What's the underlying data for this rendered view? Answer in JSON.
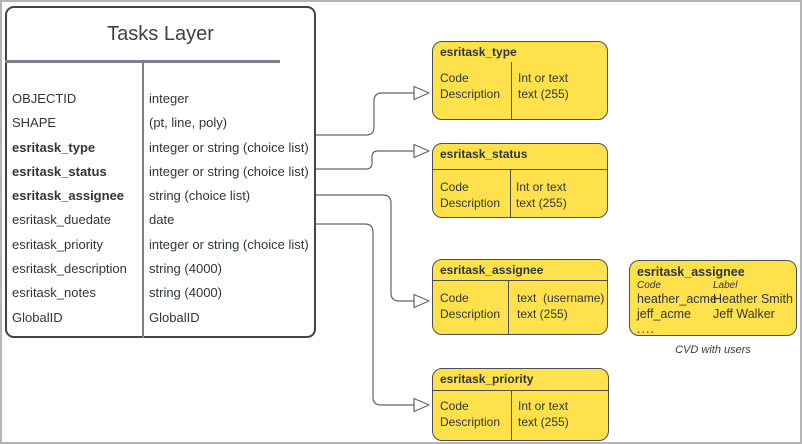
{
  "diagram": {
    "colors": {
      "node_fill": "#FFE14C",
      "node_border": "#4A4F55",
      "table_border": "#3E4550",
      "inner_line": "#79818D",
      "text": "#2F363E",
      "connector": "#5E6671"
    },
    "tasks_layer": {
      "title": "Tasks Layer",
      "fields": [
        {
          "name": "OBJECTID",
          "type": "integer"
        },
        {
          "name": "SHAPE",
          "type": "(pt, line, poly)"
        },
        {
          "name": "esritask_type",
          "type": "integer or string (choice list)"
        },
        {
          "name": "esritask_status",
          "type": "integer or string (choice list)"
        },
        {
          "name": "esritask_assignee",
          "type": "string (choice list)"
        },
        {
          "name": "esritask_duedate",
          "type": "date"
        },
        {
          "name": "esritask_priority",
          "type": "integer or string (choice list)"
        },
        {
          "name": "esritask_description",
          "type": "string (4000)"
        },
        {
          "name": "esritask_notes",
          "type": "string (4000)"
        },
        {
          "name": "GlobalID",
          "type": "GlobalID"
        }
      ]
    },
    "domains": [
      {
        "title": "esritask_type",
        "rows": [
          "Code",
          "Description"
        ],
        "types": [
          "Int or text",
          "text (255)"
        ]
      },
      {
        "title": "esritask_status",
        "rows": [
          "Code",
          "Description"
        ],
        "types": [
          "Int or text",
          "text (255)"
        ]
      },
      {
        "title": "esritask_assignee",
        "rows": [
          "Code",
          "Description"
        ],
        "types": [
          "text  (username)",
          "text (255)"
        ]
      },
      {
        "title": "esritask_priority",
        "rows": [
          "Code",
          "Description"
        ],
        "types": [
          "Int or text",
          "text (255)"
        ]
      }
    ],
    "cvd": {
      "title": "esritask_assignee",
      "columns": [
        "Code",
        "Label"
      ],
      "rows": [
        {
          "code": "heather_acme",
          "label": "Heather Smith"
        },
        {
          "code": "jeff_acme",
          "label": "Jeff Walker"
        }
      ],
      "more": "....",
      "caption": "CVD with users"
    },
    "edges": [
      {
        "from": "esritask_type",
        "to": "esritask_type"
      },
      {
        "from": "esritask_status",
        "to": "esritask_status"
      },
      {
        "from": "esritask_assignee",
        "to": "esritask_assignee"
      },
      {
        "from": "esritask_priority",
        "to": "esritask_priority"
      }
    ]
  }
}
